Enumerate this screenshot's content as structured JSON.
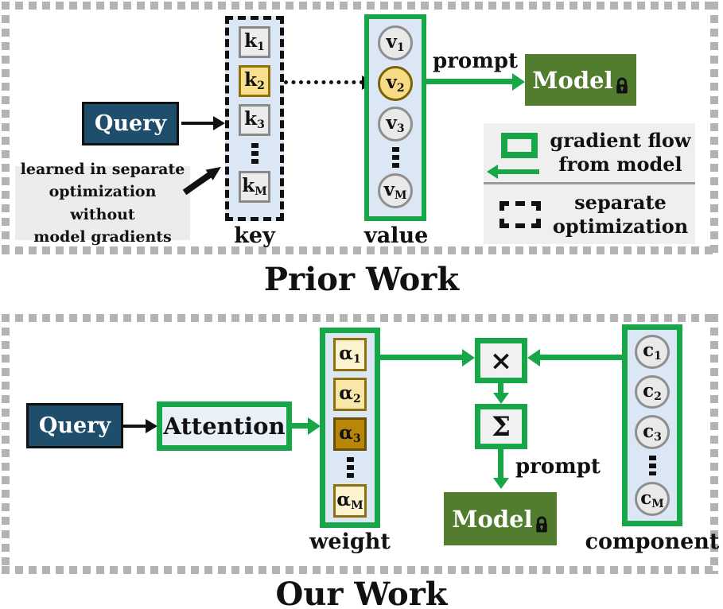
{
  "colors": {
    "accent_green": "#17a648",
    "model_green": "#527d2f",
    "query_blue": "#1f4e6d",
    "highlight_gold": "#f7df8e",
    "column_blue": "#dbe7f4"
  },
  "prior": {
    "title": "Prior Work",
    "query_label": "Query",
    "key": {
      "label": "key",
      "items": [
        {
          "t": "k",
          "s": "1"
        },
        {
          "t": "k",
          "s": "2"
        },
        {
          "t": "k",
          "s": "3"
        },
        {
          "t": "k",
          "s": "M"
        }
      ]
    },
    "value": {
      "label": "value",
      "items": [
        {
          "t": "v",
          "s": "1"
        },
        {
          "t": "v",
          "s": "2"
        },
        {
          "t": "v",
          "s": "3"
        },
        {
          "t": "v",
          "s": "M"
        }
      ]
    },
    "prompt_label": "prompt",
    "model_label": "Model",
    "annotation": "learned in separate\noptimization without\nmodel gradients",
    "legend": {
      "gradient_flow": "gradient flow\nfrom model",
      "separate_optimization": "separate\noptimization"
    }
  },
  "our": {
    "title": "Our Work",
    "query_label": "Query",
    "attention_label": "Attention",
    "weight": {
      "label": "weight",
      "items": [
        {
          "t": "α",
          "s": "1"
        },
        {
          "t": "α",
          "s": "2"
        },
        {
          "t": "α",
          "s": "3"
        },
        {
          "t": "α",
          "s": "M"
        }
      ]
    },
    "component": {
      "label": "component",
      "items": [
        {
          "t": "c",
          "s": "1"
        },
        {
          "t": "c",
          "s": "2"
        },
        {
          "t": "c",
          "s": "3"
        },
        {
          "t": "c",
          "s": "M"
        }
      ]
    },
    "multiply_op": "×",
    "sum_op": "Σ",
    "prompt_label": "prompt",
    "model_label": "Model"
  }
}
